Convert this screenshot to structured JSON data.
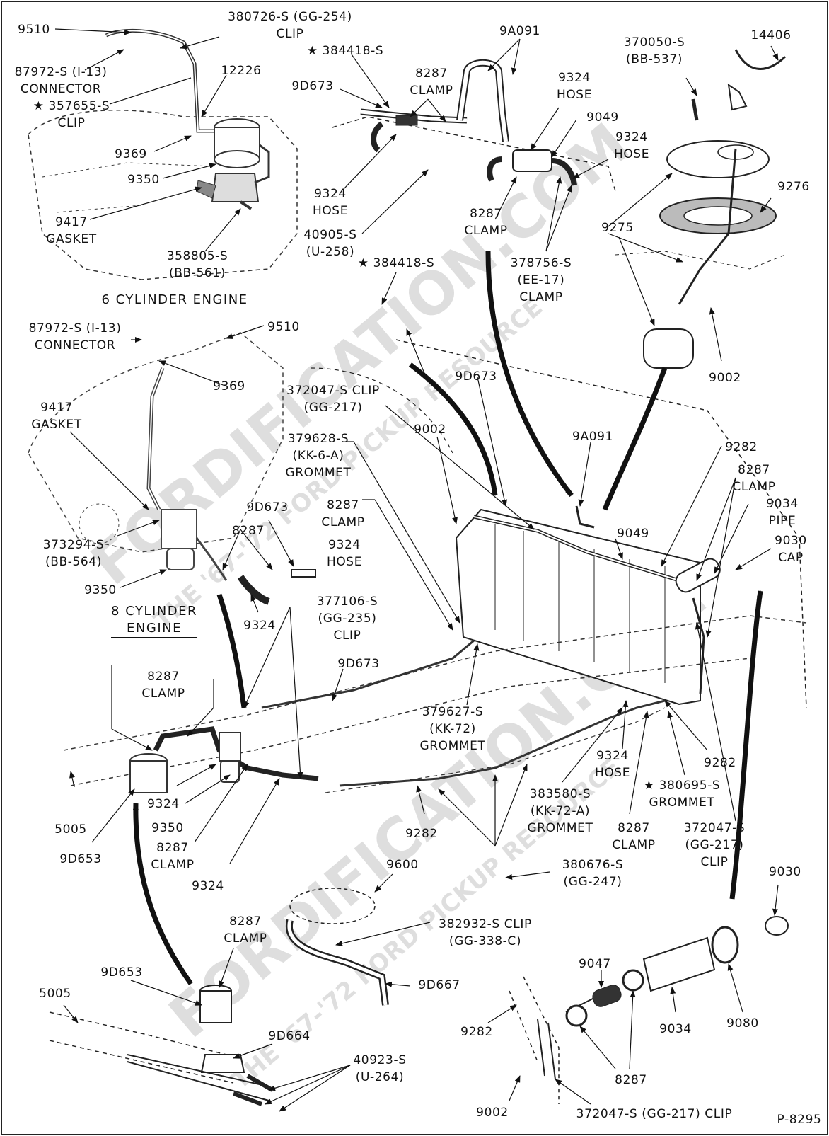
{
  "colors": {
    "ink": "#111111",
    "watermark": "#d9d9d9",
    "frame": "#222222"
  },
  "section_titles": {
    "six_cyl": "6 CYLINDER ENGINE",
    "eight_cyl_1": "8 CYLINDER",
    "eight_cyl_2": "ENGINE"
  },
  "figure_id": "P-8295",
  "watermark": {
    "line1": "FORDIFICATION.COM",
    "line2": "THE '67-'72 FORD PICKUP RESOURCE",
    "line3": "FORDIFICATION.COM",
    "line4": "THE '67-'72 FORD PICKUP RESOURCE"
  },
  "callouts": {
    "c9510a": [
      "9510"
    ],
    "c380726": [
      "380726-S (GG-254)",
      "CLIP"
    ],
    "c87972a": [
      "87972-S (I-13)",
      "CONNECTOR"
    ],
    "c384418a": [
      "★ 384418-S"
    ],
    "c12226": [
      "12226"
    ],
    "c357655": [
      "★ 357655-S",
      "CLIP"
    ],
    "c9369a": [
      "9369"
    ],
    "c9350a": [
      "9350"
    ],
    "c9417a": [
      "9417",
      "GASKET"
    ],
    "c358805": [
      "358805-S",
      "(BB-561)"
    ],
    "c9a091a": [
      "9A091"
    ],
    "c8287a": [
      "8287",
      "CLAMP"
    ],
    "c9d673a": [
      "9D673"
    ],
    "c9324a": [
      "9324",
      "HOSE"
    ],
    "c9049a": [
      "9049"
    ],
    "c9324b": [
      "9324",
      "HOSE"
    ],
    "c9324c": [
      "9324",
      "HOSE"
    ],
    "c8287b": [
      "8287",
      "CLAMP"
    ],
    "c40905": [
      "40905-S",
      "(U-258)"
    ],
    "c378756": [
      "378756-S",
      "(EE-17)",
      "CLAMP"
    ],
    "c370050": [
      "370050-S",
      "(BB-537)"
    ],
    "c14406": [
      "14406"
    ],
    "c9276": [
      "9276"
    ],
    "c9275": [
      "9275"
    ],
    "c9002a": [
      "9002"
    ],
    "c87972b": [
      "87972-S (I-13)",
      "CONNECTOR"
    ],
    "c9510b": [
      "9510"
    ],
    "c384418b": [
      "★ 384418-S"
    ],
    "c9d673b": [
      "9D673"
    ],
    "c9369b": [
      "9369"
    ],
    "c372047a": [
      "372047-S CLIP",
      "(GG-217)"
    ],
    "c9417b": [
      "9417",
      "GASKET"
    ],
    "c9002b": [
      "9002"
    ],
    "c379628": [
      "379628-S",
      "(KK-6-A)",
      "GROMMET"
    ],
    "c9a091b": [
      "9A091"
    ],
    "c9282a": [
      "9282"
    ],
    "c8287c": [
      "8287",
      "CLAMP"
    ],
    "c9034a": [
      "9034",
      "PIPE"
    ],
    "c9030a": [
      "9030",
      "CAP"
    ],
    "c8287d": [
      "8287",
      "CLAMP"
    ],
    "c9049b": [
      "9049"
    ],
    "c9d673c": [
      "9D673"
    ],
    "c8287e": [
      "8287"
    ],
    "c9324d": [
      "9324",
      "HOSE"
    ],
    "c373294": [
      "373294-S",
      "(BB-564)"
    ],
    "c9350b": [
      "9350"
    ],
    "c9324e": [
      "9324"
    ],
    "c377106": [
      "377106-S",
      "(GG-235)",
      "CLIP"
    ],
    "c9d673d": [
      "9D673"
    ],
    "c8287f": [
      "8287",
      "CLAMP"
    ],
    "c379627": [
      "379627-S",
      "(KK-72)",
      "GROMMET"
    ],
    "c9324f": [
      "9324",
      "HOSE"
    ],
    "c9282b": [
      "9282"
    ],
    "c380695": [
      "★ 380695-S",
      "GROMMET"
    ],
    "c383580": [
      "383580-S",
      "(KK-72-A)",
      "GROMMET"
    ],
    "c8287g": [
      "8287",
      "CLAMP"
    ],
    "c372047b": [
      "372047-S",
      "(GG-217)",
      "CLIP"
    ],
    "c5005a": [
      "5005"
    ],
    "c9324g": [
      "9324"
    ],
    "c9350c": [
      "9350"
    ],
    "c9d653a": [
      "9D653"
    ],
    "c8287h": [
      "8287",
      "CLAMP"
    ],
    "c9282c": [
      "9282"
    ],
    "c9324h": [
      "9324"
    ],
    "c380676": [
      "380676-S",
      "(GG-247)"
    ],
    "c9600": [
      "9600"
    ],
    "c382932": [
      "382932-S CLIP",
      "(GG-338-C)"
    ],
    "c9030b": [
      "9030"
    ],
    "c8287i": [
      "8287",
      "CLAMP"
    ],
    "c9d667": [
      "9D667"
    ],
    "c9d653b": [
      "9D653"
    ],
    "c5005b": [
      "5005"
    ],
    "c9047": [
      "9047"
    ],
    "c9d664": [
      "9D664"
    ],
    "c9034b": [
      "9034"
    ],
    "c9080": [
      "9080"
    ],
    "c40923": [
      "40923-S",
      "(U-264)"
    ],
    "c9282d": [
      "9282"
    ],
    "c8287j": [
      "8287"
    ],
    "c9002c": [
      "9002"
    ],
    "c372047c": [
      "372047-S (GG-217) CLIP"
    ]
  }
}
